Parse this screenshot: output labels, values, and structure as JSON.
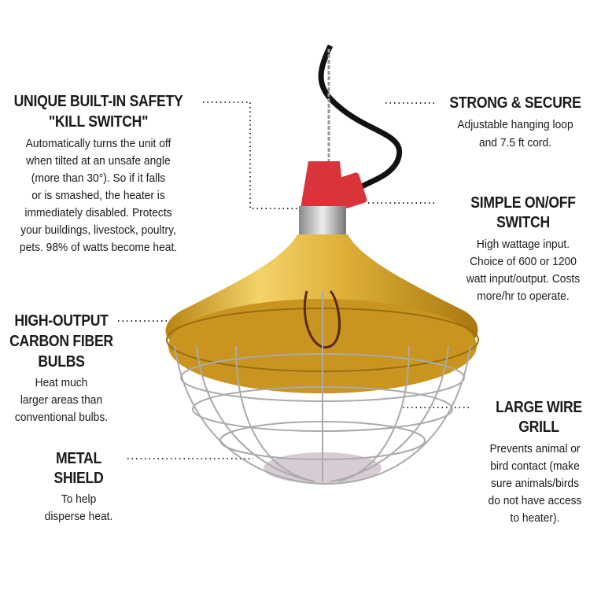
{
  "callouts": {
    "kill_switch": {
      "title": [
        "UNIQUE BUILT-IN SAFETY",
        "\"KILL SWITCH\""
      ],
      "body": [
        "Automatically turns the unit off",
        "when tilted at an unsafe angle",
        "(more than 30°). So if it falls",
        "or is smashed, the heater is",
        "immediately disabled. Protects",
        "your buildings, livestock, poultry,",
        "pets. 98% of watts become heat."
      ]
    },
    "strong": {
      "title": [
        "STRONG & SECURE"
      ],
      "body": [
        "Adjustable hanging loop",
        "and 7.5 ft cord."
      ]
    },
    "switch": {
      "title": [
        "SIMPLE ON/OFF",
        "SWITCH"
      ],
      "body": [
        "High wattage input.",
        "Choice of 600 or 1200",
        "watt input/output. Costs",
        "more/hr to operate."
      ]
    },
    "bulbs": {
      "title": [
        "HIGH-OUTPUT",
        "CARBON FIBER",
        "BULBS"
      ],
      "body": [
        "Heat much",
        "larger areas than",
        "conventional bulbs."
      ]
    },
    "grill": {
      "title": [
        "LARGE WIRE",
        "GRILL"
      ],
      "body": [
        "Prevents animal or",
        "bird contact (make",
        "sure animals/birds",
        "do not have access",
        "to heater)."
      ]
    },
    "shield": {
      "title": [
        "METAL",
        "SHIELD"
      ],
      "body": [
        "To help",
        "disperse heat."
      ]
    }
  },
  "colors": {
    "gold": "#d9a827",
    "red": "#d8343a",
    "text": "#1a1a1a"
  }
}
